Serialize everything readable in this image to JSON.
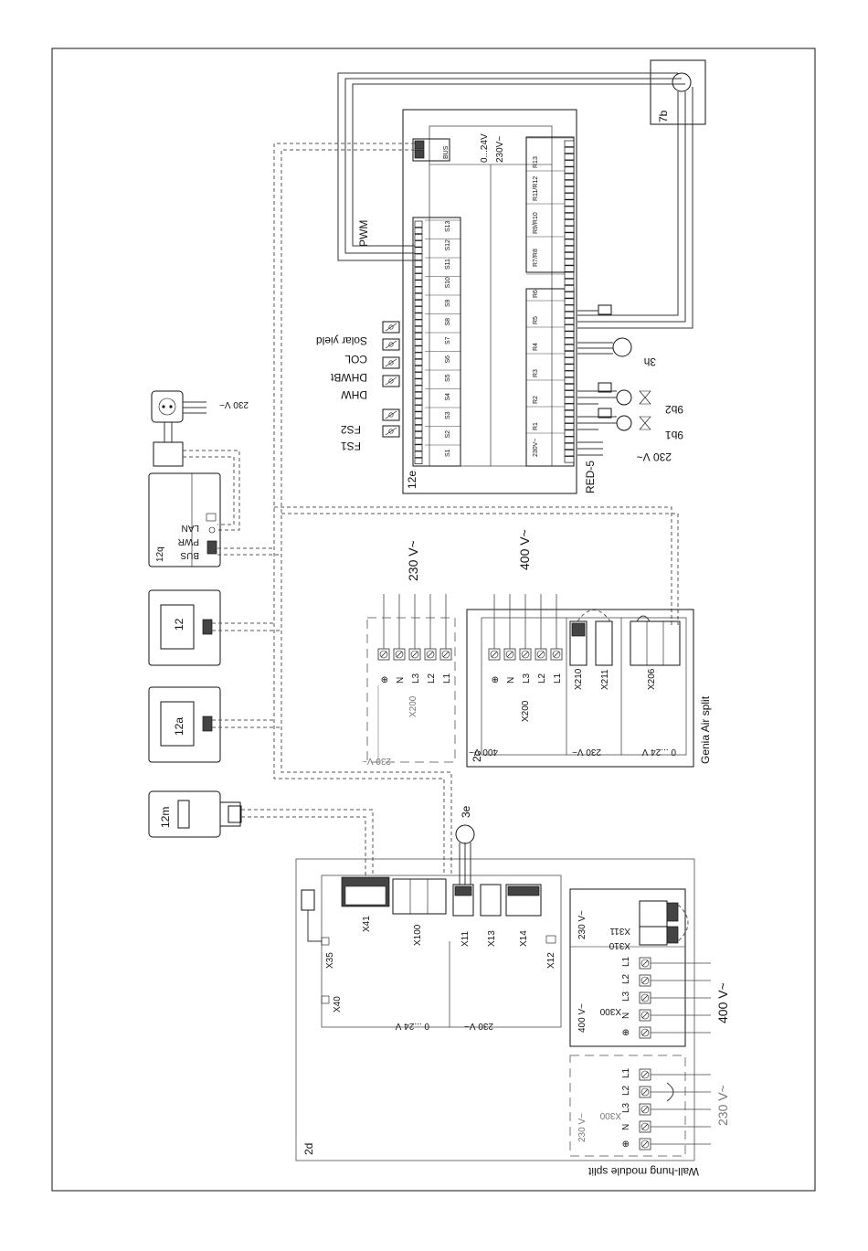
{
  "labels": {
    "ctrl_main_id": "12e",
    "ctrl_main_name": "RED-5",
    "ctrl_bus": "BUS",
    "ctrl_low_v": "0...24V",
    "ctrl_high_v": "230V~",
    "pwm": "PWM",
    "id_7b": "7b",
    "id_3h": "3h",
    "id_9b1": "9b1",
    "id_9b2": "9b2",
    "ctrl_supply": "230 V~",
    "fs1": "FS1",
    "fs2": "FS2",
    "dhw": "DHW",
    "dhwbt": "DHWBt",
    "col": "COL",
    "solar_yield": "Solar yield",
    "outlet_v": "230 V~",
    "id_12q": "12q",
    "lan": "LAN",
    "pwr": "PWR",
    "bus_12q": "BUS",
    "id_12": "12",
    "id_12a": "12a",
    "id_12m": "12m",
    "id_2c": "2c",
    "genia": "Genia Air split",
    "x200_a": "X200",
    "x200_a_v": "230 V~",
    "x200_a_side": "230 V~",
    "x200_b": "X200",
    "x200_b_v": "400 V~",
    "x200_b_side": "400 V~",
    "x210": "X210",
    "x211": "X211",
    "x206": "X206",
    "sec_230": "230 V~",
    "sec_024": "0 ...24 V",
    "id_3e": "3e",
    "id_2d": "2d",
    "wall_module": "Wall-hung module split",
    "x41": "X41",
    "x100": "X100",
    "x35": "X35",
    "x40": "X40",
    "x11": "X11",
    "x13": "X13",
    "x14": "X14",
    "x12": "X12",
    "x311": "X311",
    "x310": "X310",
    "x300_a": "X300",
    "x300_a_v": "400 V~",
    "x300_a_side": "400 V~",
    "x300_a_top": "230 V~",
    "x300_b": "X300",
    "x300_b_side": "230 V~",
    "x300_b_v": "230 V~",
    "wm_024": "0 ...24 V",
    "wm_230": "230 V~"
  },
  "sensor_terminals": [
    "S1",
    "S2",
    "S3",
    "S4",
    "S5",
    "S6",
    "S7",
    "S8",
    "S9",
    "S10",
    "S11",
    "S12",
    "S13"
  ],
  "relay_terminals": [
    "230V~",
    "R1",
    "R2",
    "R3",
    "R4",
    "R5",
    "R6"
  ],
  "relay_terminals_upper": [
    "R7/R8",
    "R9/R10",
    "R11/R12",
    "R13"
  ],
  "phase_terminals_3": [
    "⊕",
    "N",
    "L3",
    "L2",
    "L1"
  ],
  "phase_terminals_3_b": [
    "⊕",
    "N",
    "L3",
    "L2",
    "L1"
  ],
  "phase_terminals_4": [
    "⊕",
    "N",
    "L3",
    "L2",
    "L1"
  ],
  "phase_terminals_5": [
    "⊕",
    "N",
    "L3",
    "L2",
    "L1"
  ]
}
